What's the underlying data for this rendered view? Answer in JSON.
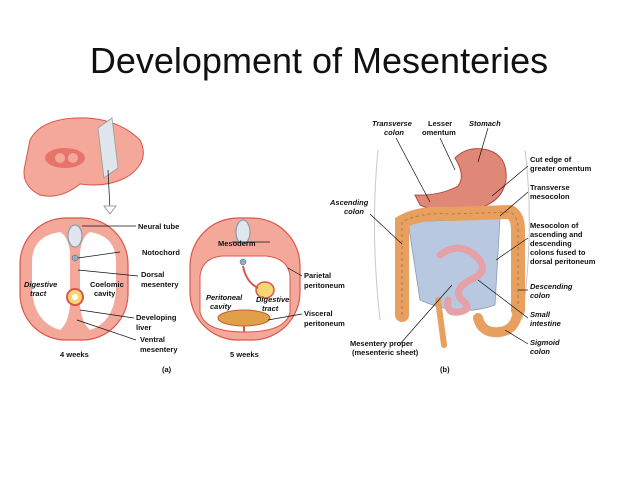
{
  "title": "Development of Mesenteries",
  "panel_a": {
    "labels": {
      "neural_tube": "Neural tube",
      "notochord": "Notochord",
      "dorsal_mesentery_1": "Dorsal",
      "dorsal_mesentery_2": "mesentery",
      "digestive_tract_1": "Digestive",
      "digestive_tract_2": "tract",
      "coelomic_cavity_1": "Coelomic",
      "coelomic_cavity_2": "cavity",
      "developing_liver_1": "Developing",
      "developing_liver_2": "liver",
      "ventral_mesentery_1": "Ventral",
      "ventral_mesentery_2": "mesentery",
      "mesoderm": "Mesoderm",
      "peritoneal_cavity_1": "Peritoneal",
      "peritoneal_cavity_2": "cavity",
      "digestive_tract_b_1": "Digestive",
      "digestive_tract_b_2": "tract",
      "parietal_peritoneum_1": "Parietal",
      "parietal_peritoneum_2": "peritoneum",
      "visceral_peritoneum_1": "Visceral",
      "visceral_peritoneum_2": "peritoneum",
      "age_4": "4 weeks",
      "age_5": "5 weeks",
      "panel": "(a)"
    }
  },
  "panel_b": {
    "labels": {
      "transverse_colon_1": "Transverse",
      "transverse_colon_2": "colon",
      "lesser_omentum_1": "Lesser",
      "lesser_omentum_2": "omentum",
      "stomach": "Stomach",
      "cut_edge_1": "Cut edge of",
      "cut_edge_2": "greater omentum",
      "transverse_mesocolon_1": "Transverse",
      "transverse_mesocolon_2": "mesocolon",
      "ascending_colon_1": "Ascending",
      "ascending_colon_2": "colon",
      "mesocolon_1": "Mesocolon of",
      "mesocolon_2": "ascending and",
      "mesocolon_3": "descending",
      "mesocolon_4": "colons fused to",
      "mesocolon_5": "dorsal peritoneum",
      "descending_colon_1": "Descending",
      "descending_colon_2": "colon",
      "small_intestine_1": "Small",
      "small_intestine_2": "intestine",
      "mesentery_proper_1": "Mesentery proper",
      "mesentery_proper_2": "(mesenteric sheet)",
      "sigmoid_colon_1": "Sigmoid",
      "sigmoid_colon_2": "colon",
      "panel": "(b)"
    }
  },
  "colors": {
    "tissue": "#f4a89a",
    "tissue_dark": "#d9574a",
    "cavity": "#ffffff",
    "colon": "#e8a060",
    "stomach": "#e08878",
    "mesentery": "#b8c8e0"
  }
}
